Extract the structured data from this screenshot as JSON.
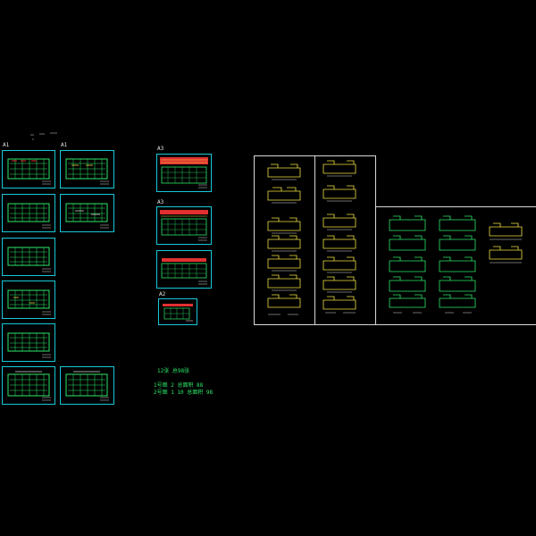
{
  "sheet_labels": {
    "a1_left": "A1",
    "a1_right": "A1",
    "a3_top": "A3",
    "a3_mid": "A3",
    "a2": "A2"
  },
  "notes": {
    "line1": "12张  总98张",
    "line2": "1号图 2  总面积 88",
    "line3": "2号图 1  10  总面积 98"
  },
  "colors": {
    "frame": "#18c8d8",
    "plan_green": "#2ee86a",
    "plan_yellow": "#f0e040",
    "title_red": "#e03030",
    "panel_white": "#d8d8d8"
  }
}
